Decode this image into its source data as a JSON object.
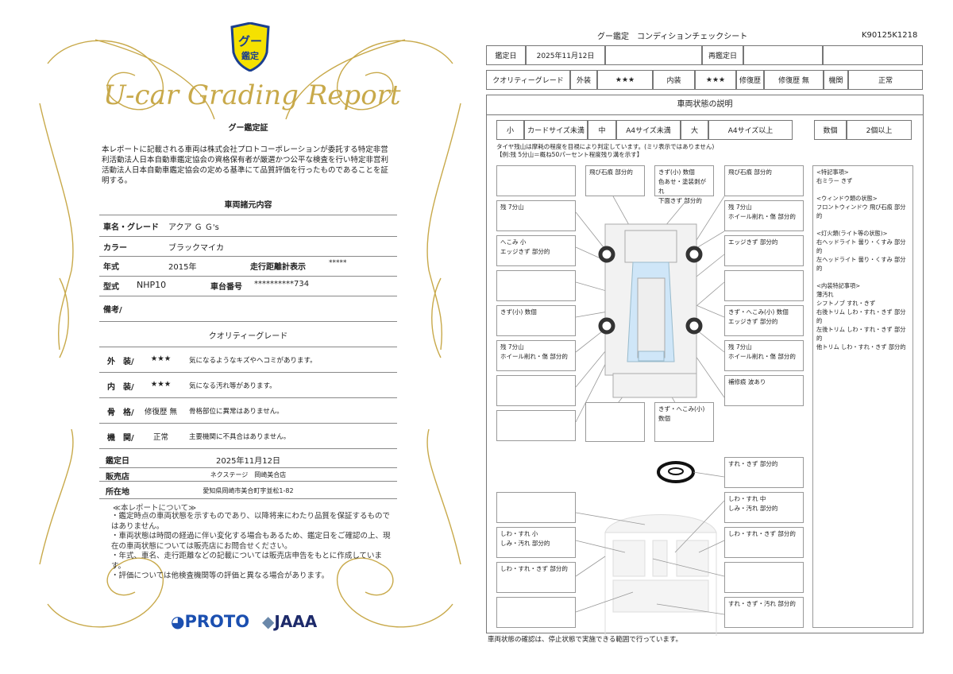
{
  "certificate": {
    "logo_text": "グー鑑定",
    "title": "U-car Grading Report",
    "heading": "グー鑑定証",
    "statement": "本レポートに記載される車両は株式会社プロトコーポレーションが委託する特定非営利活動法人日本自動車鑑定協会の資格保有者が厳選かつ公平な検査を行い特定非営利活動法人日本自動車鑑定協会の定める基準にて品質評価を行ったものであることを証明する。",
    "specs_heading": "車両諸元内容",
    "specs": {
      "name_label": "車名・グレード",
      "name": "アクア Ｇ Ｇ's",
      "color_label": "カラー",
      "color": "ブラックマイカ",
      "year_label": "年式",
      "year": "2015年",
      "odometer_label": "走行距離計表示",
      "odometer": "*****",
      "model_label": "型式",
      "model": "NHP10",
      "chassis_label": "車台番号",
      "chassis": "**********734",
      "remarks_label": "備考/"
    },
    "grade_heading": "クオリティーグレード",
    "grades": [
      {
        "label": "外　装/",
        "value": "★★★",
        "desc": "気になるようなキズやヘコミがあります。"
      },
      {
        "label": "内　装/",
        "value": "★★★",
        "desc": "気になる汚れ等があります。"
      },
      {
        "label": "骨　格/",
        "value": "修復歴 無",
        "desc": "骨格部位に異常はありません。"
      },
      {
        "label": "機　関/",
        "value": "正常",
        "desc": "主要機関に不具合はありません。"
      }
    ],
    "appraisal_date_label": "鑑定日",
    "appraisal_date": "2025年11月12日",
    "dealer_label": "販売店",
    "dealer": "ネクステージ　岡崎美合店",
    "address_label": "所在地",
    "address": "愛知県岡崎市美合町字並松1-82",
    "notes_heading": "≪本レポートについて≫",
    "notes": [
      "・鑑定時点の車両状態を示すものであり、以降将来にわたり品質を保証するものではありません。",
      "・車両状態は時間の経過に伴い変化する場合もあるため、鑑定日をご確認の上、現在の車両状態については販売店にお問合せください。",
      "・年式、車名、走行距離などの記載については販売店申告をもとに作成しています。",
      "・評価については他検査機関等の評価と異なる場合があります。"
    ],
    "logos": [
      "PROTO",
      "JAAA"
    ],
    "gold": "#c8a94a"
  },
  "sheet": {
    "title": "グー鑑定　コンディションチェックシート",
    "id": "K90125K1218",
    "row1": [
      "鑑定日",
      "2025年11月12日",
      "",
      "再鑑定日",
      "",
      ""
    ],
    "row2": [
      "クオリティーグレード",
      "外装",
      "★★★",
      "内装",
      "★★★",
      "修復歴",
      "修復歴 無",
      "機関",
      "正常"
    ],
    "section_title": "車両状態の説明",
    "sizes": [
      "小",
      "カードサイズ未満",
      "中",
      "A4サイズ未満",
      "大",
      "A4サイズ以上"
    ],
    "count": [
      "数個",
      "2個以上"
    ],
    "tire_note1": "タイヤ残山は摩耗の程度を目視により判定しています。(ミリ表示ではありません)",
    "tire_note2": "【例:残 5分山＝概ね50パーセント程度残り溝を示す】",
    "exterior_boxes": [
      "",
      "残 7分山",
      "へこみ 小\nエッジきず 部分的",
      "",
      "きず(小) 数個",
      "残 7分山\nホイール削れ・傷 部分的",
      "",
      "",
      "飛び石痕 部分的",
      "きず(小) 数個\n色あせ・塗装剥がれ\n下面きず 部分的",
      "飛び石痕 部分的",
      "残 7分山\nホイール削れ・傷 部分的",
      "エッジきず 部分的",
      "",
      "きず・へこみ(小) 数個\nエッジきず 部分的",
      "残 7分山\nホイール削れ・傷 部分的",
      "補修痕 波あり",
      "",
      "きず・へこみ(小) 数個"
    ],
    "interior_boxes": [
      "すれ・きず 部分的",
      "",
      "しわ・すれ 小\nしみ・汚れ 部分的",
      "しわ・すれ・きず 部分的",
      "",
      "しわ・すれ 中\nしみ・汚れ 部分的",
      "しわ・すれ・きず 部分的",
      "",
      "すれ・きず・汚れ 部分的"
    ],
    "special_notes": "<特記事項>\n右ミラー きず\n\n<ウィンドウ類の状態>\nフロントウィンドウ 飛び石痕 部分的\n\n<灯火類(ライト等の状態)>\n右ヘッドライト 曇り・くすみ 部分的\n左ヘッドライト 曇り・くすみ 部分的\n\n<内装特記事項>\n薄汚れ\nシフトノブ すれ・きず\n右後トリム しわ・すれ・きず 部分的\n左後トリム しわ・すれ・きず 部分的\n他トリム しわ・すれ・きず 部分的",
    "footer": "車両状態の確認は、停止状態で実施できる範囲で行っています。"
  }
}
